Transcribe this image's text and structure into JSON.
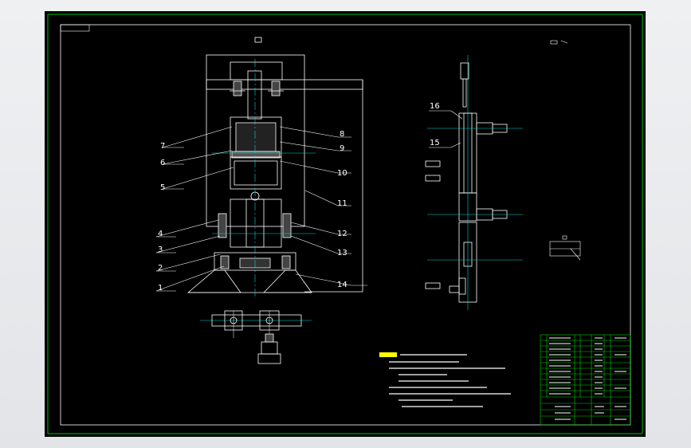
{
  "colors": {
    "border": "#00c000",
    "lines": "#ffffff",
    "centerline": "#00d8d8",
    "leader": "#ffffff",
    "notes_title": "#ffff00",
    "table_lines": "#00d000"
  },
  "drawing": {
    "part_numbers": [
      "1",
      "2",
      "3",
      "4",
      "5",
      "6",
      "7",
      "8",
      "9",
      "10",
      "11",
      "12",
      "13",
      "14",
      "15",
      "16"
    ]
  },
  "table": {
    "rows": 11
  }
}
